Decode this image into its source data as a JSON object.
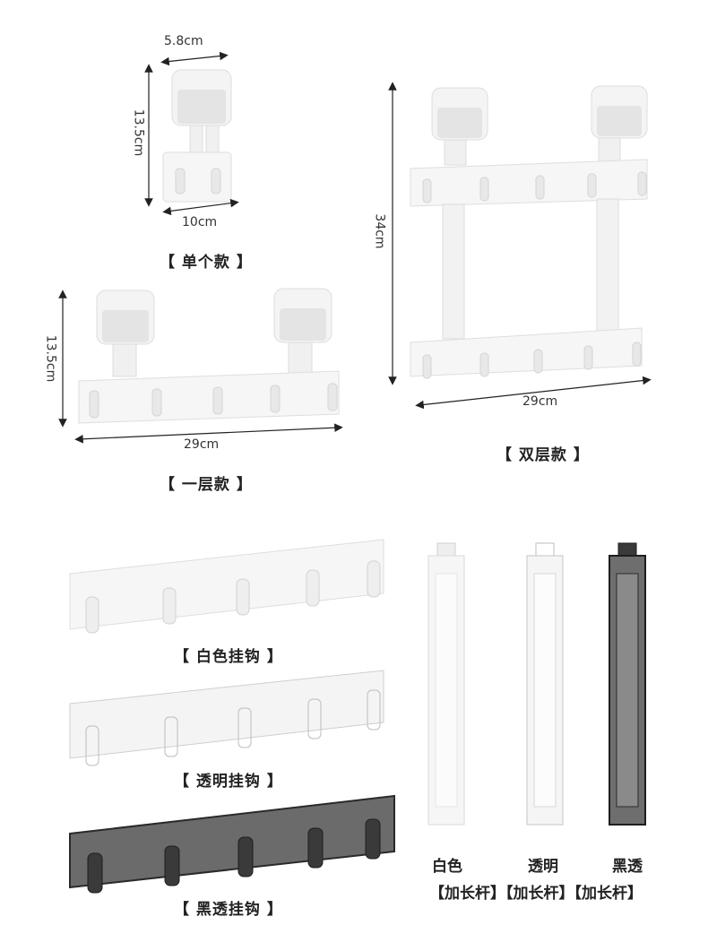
{
  "single": {
    "width": "5.8cm",
    "height": "13.5cm",
    "base_width": "10cm",
    "label": "【 单个款 】"
  },
  "one_layer": {
    "height": "13.5cm",
    "width": "29cm",
    "label": "【 一层款 】"
  },
  "double_layer": {
    "height": "34cm",
    "width": "29cm",
    "label": "【 双层款 】"
  },
  "hooks": {
    "white": "【 白色挂钩 】",
    "clear": "【 透明挂钩 】",
    "black": "【 黑透挂钩 】"
  },
  "rods": {
    "white_color": "白色",
    "clear_color": "透明",
    "black_color": "黑透",
    "extension_label": "【加长杆】【加长杆】【加长杆】"
  },
  "colors": {
    "white_part": "#f4f4f4",
    "clear_part": "#ececec",
    "black_part": "#2a2a2a"
  }
}
